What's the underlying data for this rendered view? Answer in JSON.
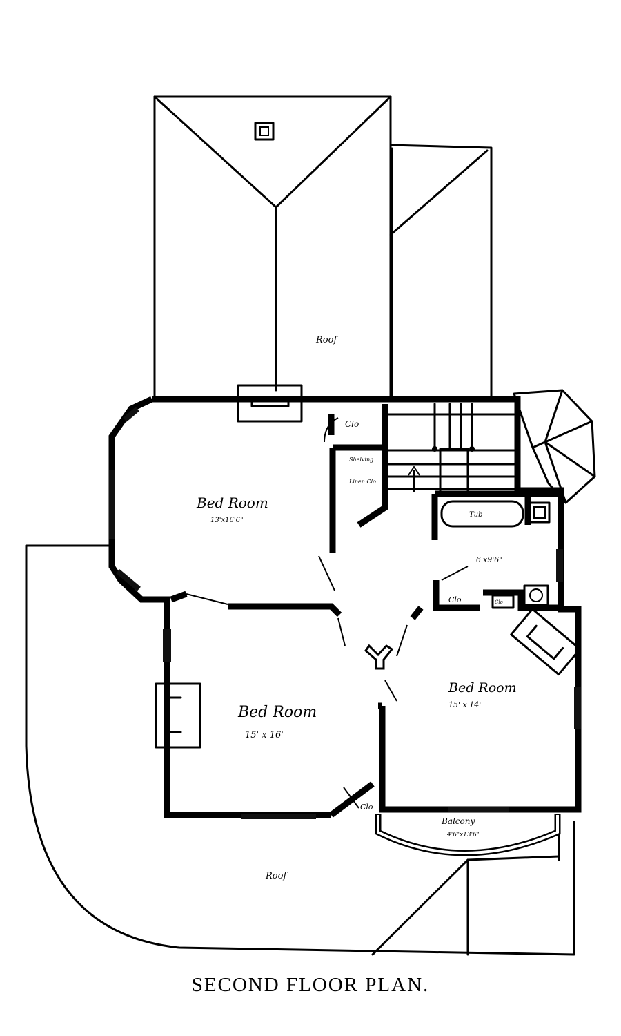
{
  "caption": "SECOND FLOOR PLAN.",
  "roof_labels": [
    "Roof",
    "Roof"
  ],
  "rooms": [
    {
      "name": "Bed Room",
      "size": "13'x16'6\""
    },
    {
      "name": "Bed Room",
      "size": "15' x 16'"
    },
    {
      "name": "Bed Room",
      "size": "15' x 14'"
    },
    {
      "name": "Balcony",
      "size": "4'6\"x13'6\""
    }
  ],
  "small_labels": {
    "closet_top": "Clo",
    "shelving": "Shelving",
    "linen_closet": "Linen Clo",
    "closet_mid": "Clo",
    "closet_small": "Clo",
    "closet_bottom": "Clo",
    "tub": "Tub",
    "bath_size": "6'x9'6\""
  }
}
